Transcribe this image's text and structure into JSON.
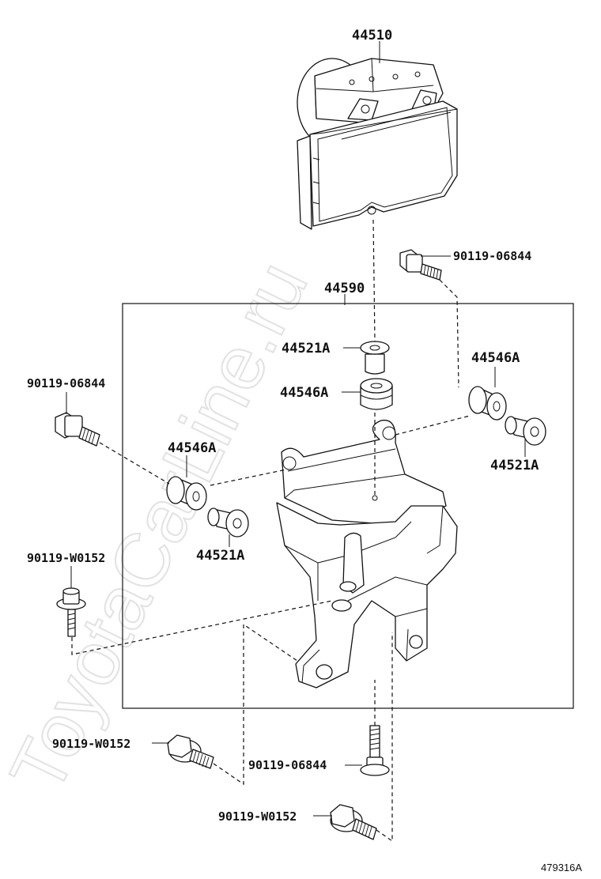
{
  "watermark": "ToyotaCarLine.ru",
  "figure_code": "479316A",
  "labels": {
    "actuator": "44510",
    "bracket_assy": "44590",
    "bolt_top_right": "90119-06844",
    "bolt_left": "90119-06844",
    "bolt_bottom_center": "90119-06844",
    "bolt_w_left": "90119-W0152",
    "bolt_w_lower_left": "90119-W0152",
    "bolt_w_bottom": "90119-W0152",
    "collar_center": "44521A",
    "cushion_center": "44546A",
    "cushion_right": "44546A",
    "collar_right": "44521A",
    "cushion_left": "44546A",
    "collar_left": "44521A"
  }
}
